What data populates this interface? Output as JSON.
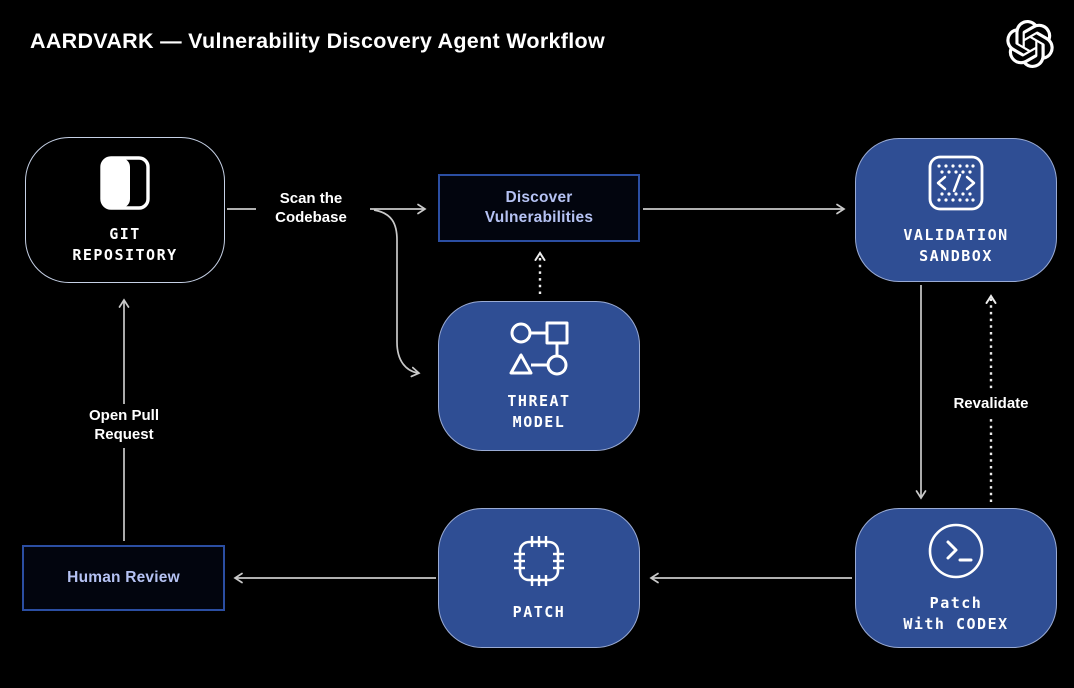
{
  "title": "AARDVARK — Vulnerability Discovery Agent Workflow",
  "nodes": {
    "git_repository": {
      "label": "GIT\nREPOSITORY",
      "icon": "repository-icon"
    },
    "discover": {
      "label": "Discover\nVulnerabilities"
    },
    "validation_sandbox": {
      "label": "VALIDATION\nSANDBOX",
      "icon": "code-sandbox-icon"
    },
    "threat_model": {
      "label": "THREAT\nMODEL",
      "icon": "flowchart-icon"
    },
    "patch_with_codex": {
      "label": "Patch\nWith CODEX",
      "icon": "terminal-icon"
    },
    "patch": {
      "label": "PATCH",
      "icon": "patch-chip-icon"
    },
    "human_review": {
      "label": "Human Review"
    }
  },
  "edge_labels": {
    "scan_codebase": "Scan the\nCodebase",
    "revalidate": "Revalidate",
    "open_pull_request": "Open Pull\nRequest"
  },
  "icons": {
    "brand": "openai-logo",
    "git_repository": "repository-icon",
    "validation_sandbox": "code-sandbox-icon",
    "threat_model": "flowchart-icon",
    "patch_with_codex": "terminal-icon",
    "patch": "patch-chip-icon"
  },
  "colors": {
    "background": "#000000",
    "node_fill": "#2F4E94",
    "node_border": "#9AABD4",
    "dark_node_border": "#C6D1E6",
    "box_border": "#2B4EA2",
    "accent_text": "#B5C2F3",
    "arrow": "#C9C9C9",
    "dashed_arrow": "#ECECEC"
  }
}
